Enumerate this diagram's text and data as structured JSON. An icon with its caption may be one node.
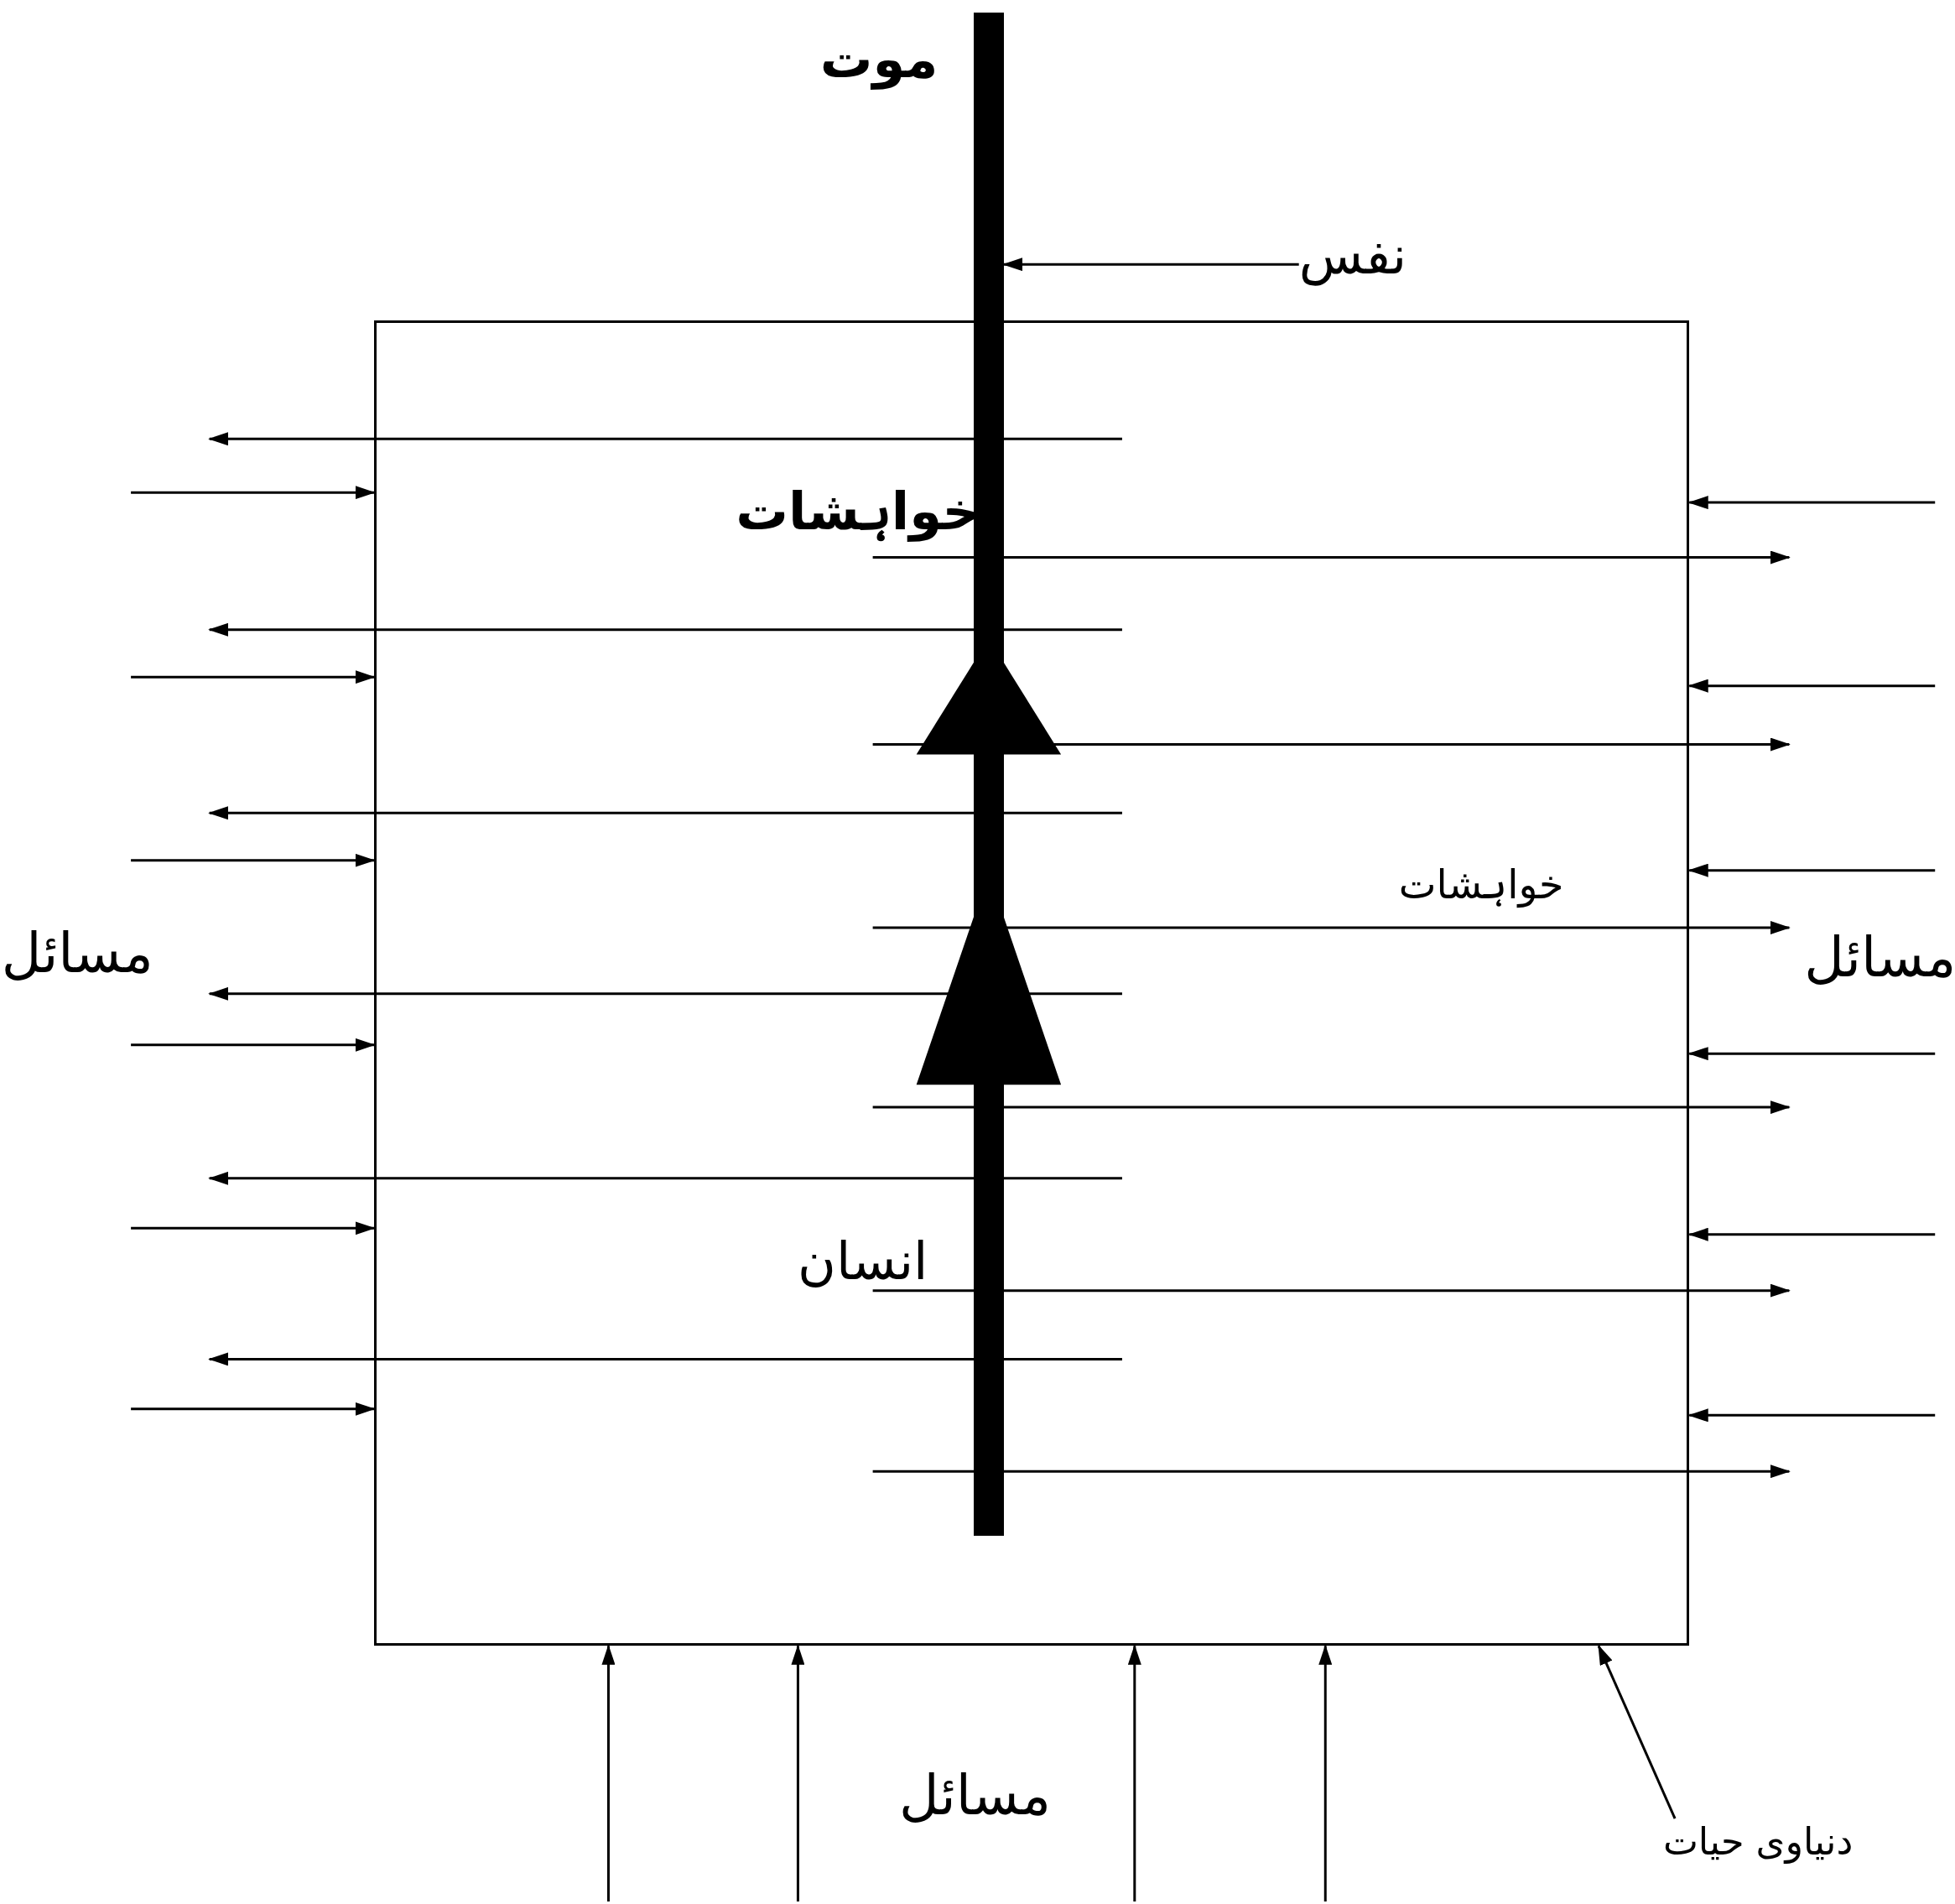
{
  "diagram": {
    "nodes": [
      {
        "text": [],
        "shape": "box"
      },
      {
        "text": [],
        "shape": "bar"
      },
      {
        "text": [
          "نفس"
        ]
      },
      {
        "text": [
          "دنیاوی حیات"
        ]
      }
    ],
    "edges": [
      {
        "from": 2,
        "to": 1,
        "arrow": "to"
      },
      {
        "from": null,
        "to": 0,
        "arrow": "to"
      },
      {
        "from": null,
        "to": 0,
        "arrow": "to"
      },
      {
        "from": null,
        "to": 0,
        "arrow": "to"
      },
      {
        "from": null,
        "to": 0,
        "arrow": "to"
      },
      {
        "from": null,
        "to": 0,
        "arrow": "to"
      },
      {
        "from": null,
        "to": 0,
        "arrow": "to"
      },
      {
        "from": null,
        "to": 0,
        "arrow": "to"
      },
      {
        "from": null,
        "to": 0,
        "arrow": "to"
      },
      {
        "from": null,
        "to": 0,
        "arrow": "to"
      },
      {
        "from": null,
        "to": 0,
        "arrow": "to"
      },
      {
        "from": null,
        "to": 0,
        "arrow": "to"
      },
      {
        "from": null,
        "to": 0,
        "arrow": "to"
      },
      {
        "from": null,
        "to": 0,
        "arrow": "to"
      },
      {
        "from": null,
        "to": 0,
        "arrow": "to"
      },
      {
        "from": null,
        "to": 0,
        "arrow": "to"
      },
      {
        "from": null,
        "to": 0,
        "arrow": "to"
      },
      {
        "from": 3,
        "to": 0,
        "arrow": "to"
      }
    ],
    "labels": [
      "موت",
      "خواہشات",
      "خواہشات",
      "مسائل",
      "مسائل",
      "انسان",
      "مسائل"
    ]
  }
}
